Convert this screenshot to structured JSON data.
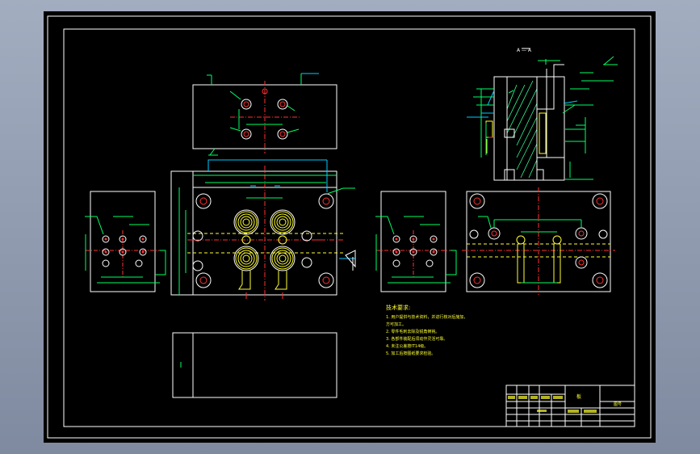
{
  "viewer": {
    "background_color": "#8e99ad",
    "sheet_color": "#000000"
  },
  "drawing": {
    "line_colors": {
      "outline": "#ffffff",
      "dimension": "#00ff66",
      "leader": "#00ccff",
      "centerline": "#ff3030",
      "hidden": "#ffff33",
      "hatch": "#33ff99"
    },
    "section_label": "A — A",
    "notes_title": "技术要求:",
    "notes": [
      "1. 用户提供与技术资料，并进行核对后施加，",
      "   方可加工。",
      "2. 零件毛刺去除及锐角倒钝。",
      "3. 各部件装配后须动作灵活可靠。",
      "4. 未注公差按IT14级。",
      "5. 加工后按图纸要求检验。"
    ],
    "title_block": {
      "part_name": "板",
      "drawing_id": "图号"
    }
  }
}
